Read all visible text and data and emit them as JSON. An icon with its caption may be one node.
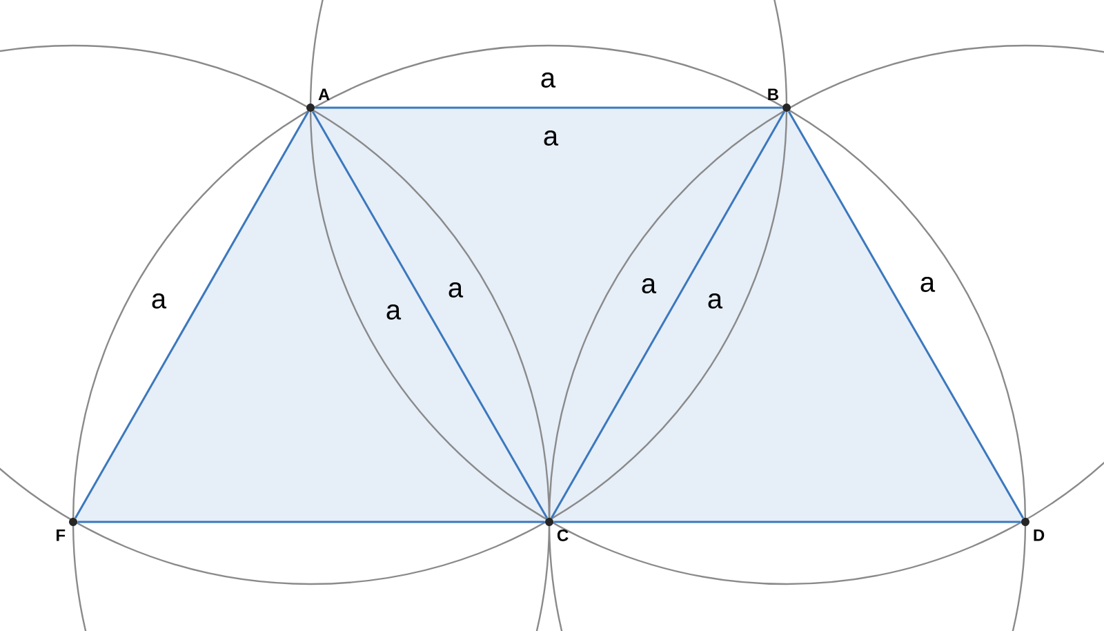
{
  "diagram": {
    "nodes": [
      {
        "text": [
          "A"
        ]
      },
      {
        "text": [
          "B"
        ]
      },
      {
        "text": [
          "C"
        ]
      },
      {
        "text": [
          "D"
        ]
      },
      {
        "text": [
          "F"
        ]
      }
    ],
    "edges": [
      {
        "from": 0,
        "to": 1,
        "arrow": "none",
        "label": "a"
      },
      {
        "from": 0,
        "to": 4,
        "arrow": "none",
        "label": "a"
      },
      {
        "from": 0,
        "to": 2,
        "arrow": "none",
        "label": "a"
      },
      {
        "from": 1,
        "to": 2,
        "arrow": "none",
        "label": "a"
      },
      {
        "from": 1,
        "to": 3,
        "arrow": "none",
        "label": "a"
      },
      {
        "from": 4,
        "to": 2,
        "arrow": "none"
      },
      {
        "from": 2,
        "to": 3,
        "arrow": "none"
      }
    ],
    "labels": [
      "a",
      "a",
      "a"
    ]
  }
}
